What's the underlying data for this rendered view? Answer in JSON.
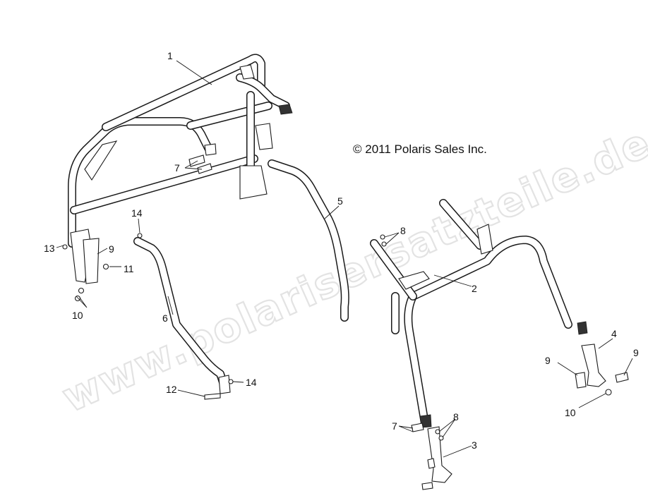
{
  "copyright": "© 2011 Polaris Sales Inc.",
  "watermark": "www.polarisersatzteile.de",
  "callouts": [
    {
      "id": "c1",
      "label": "1"
    },
    {
      "id": "c2",
      "label": "2"
    },
    {
      "id": "c3",
      "label": "3"
    },
    {
      "id": "c4",
      "label": "4"
    },
    {
      "id": "c5",
      "label": "5"
    },
    {
      "id": "c6",
      "label": "6"
    },
    {
      "id": "c7a",
      "label": "7"
    },
    {
      "id": "c7b",
      "label": "7"
    },
    {
      "id": "c8a",
      "label": "8"
    },
    {
      "id": "c8b",
      "label": "8"
    },
    {
      "id": "c9a",
      "label": "9"
    },
    {
      "id": "c9b",
      "label": "9"
    },
    {
      "id": "c9c",
      "label": "9"
    },
    {
      "id": "c10a",
      "label": "10"
    },
    {
      "id": "c10b",
      "label": "10"
    },
    {
      "id": "c11",
      "label": "11"
    },
    {
      "id": "c12",
      "label": "12"
    },
    {
      "id": "c13",
      "label": "13"
    },
    {
      "id": "c14a",
      "label": "14"
    },
    {
      "id": "c14b",
      "label": "14"
    }
  ]
}
